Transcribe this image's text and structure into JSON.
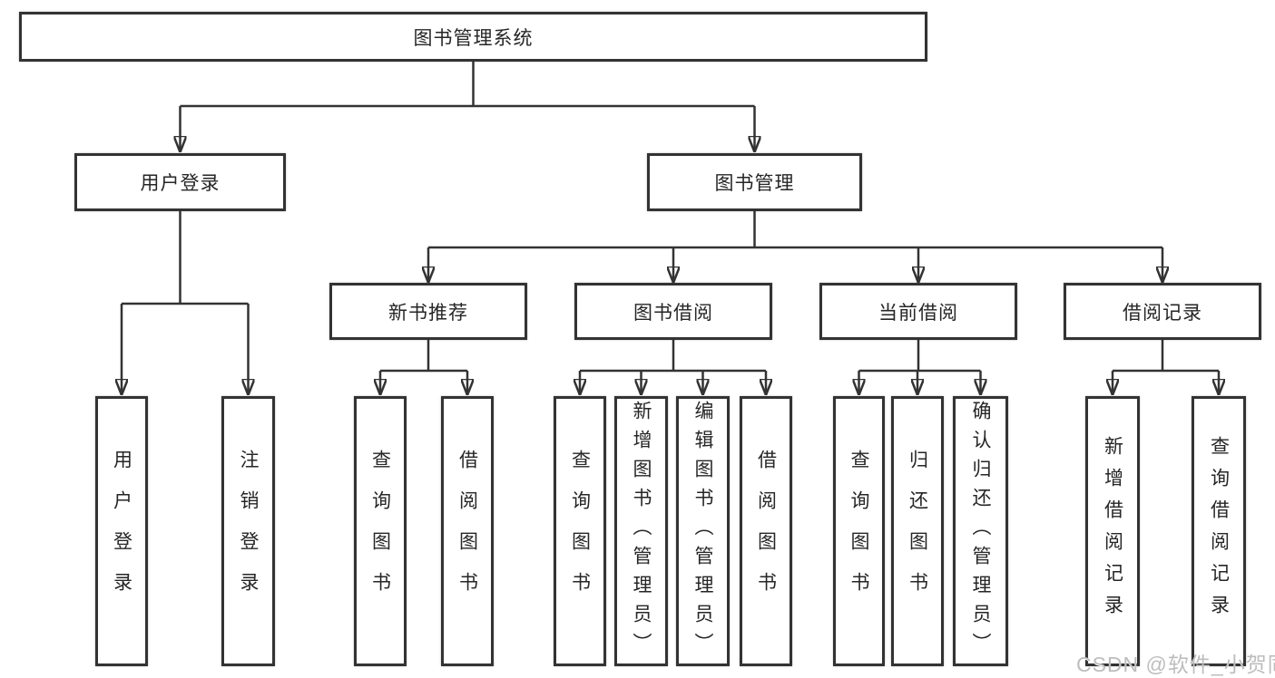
{
  "colors": {
    "background": "#ffffff",
    "line": "#333333",
    "box_border": "#333333",
    "box_fill": "#ffffff",
    "text": "#262626",
    "watermark": "#bdbdbd"
  },
  "tree": {
    "root": {
      "label": "图书管理系统"
    },
    "children": [
      {
        "label": "用户登录",
        "children": [
          {
            "label": "用户登录"
          },
          {
            "label": "注销登录"
          }
        ]
      },
      {
        "label": "图书管理",
        "children": [
          {
            "label": "新书推荐",
            "children": [
              {
                "label": "查询图书"
              },
              {
                "label": "借阅图书"
              }
            ]
          },
          {
            "label": "图书借阅",
            "children": [
              {
                "label": "查询图书"
              },
              {
                "label": "新增图书（管理员）"
              },
              {
                "label": "编辑图书（管理员）"
              },
              {
                "label": "借阅图书"
              }
            ]
          },
          {
            "label": "当前借阅",
            "children": [
              {
                "label": "查询图书"
              },
              {
                "label": "归还图书"
              },
              {
                "label": "确认归还（管理员）"
              }
            ]
          },
          {
            "label": "借阅记录",
            "children": [
              {
                "label": "新增借阅记录"
              },
              {
                "label": "查询借阅记录"
              }
            ]
          }
        ]
      }
    ]
  },
  "watermark": {
    "text": "CSDN @软件_小贺同学"
  }
}
